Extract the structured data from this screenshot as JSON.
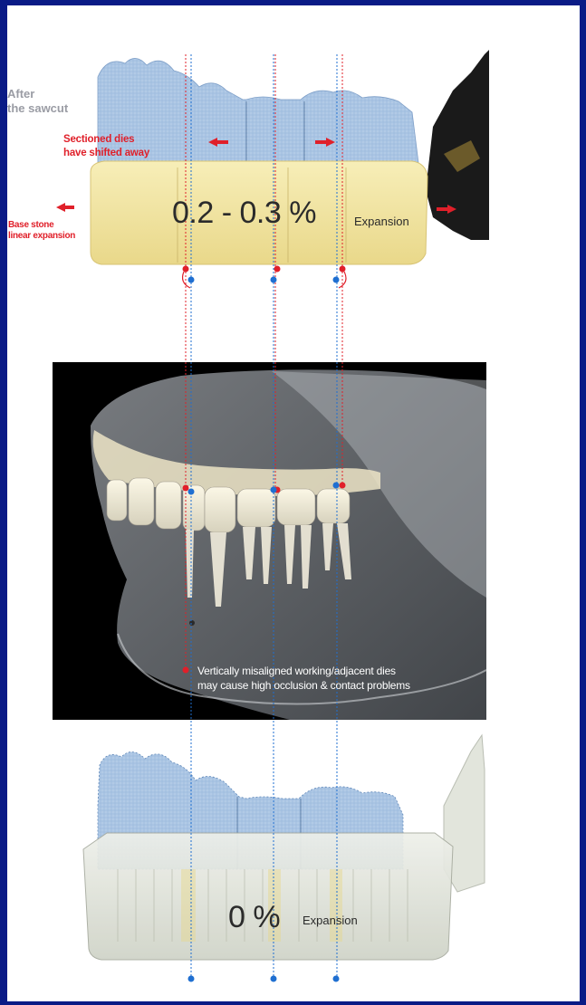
{
  "top_model": {
    "stage_label_line1": "After",
    "stage_label_line2": "the sawcut",
    "dies_note_line1": "Sectioned dies",
    "dies_note_line2": "have shifted away",
    "base_note_line1": "Base stone",
    "base_note_line2": "linear expansion",
    "expansion_value": "0.2 - 0.3 %",
    "expansion_word": "Expansion"
  },
  "skull_panel": {
    "note_line1": "Vertically misaligned working/adjacent dies",
    "note_line2": "may cause high occlusion & contact problems"
  },
  "bottom_model": {
    "expansion_value": "0 %",
    "expansion_word": "Expansion"
  },
  "colors": {
    "frame": "#0a1b86",
    "accent_red": "#e0202a",
    "guide_blue": "#1f6fd1",
    "stone_yellow": "#f3e6a4",
    "die_blue": "#a9c4e3"
  }
}
